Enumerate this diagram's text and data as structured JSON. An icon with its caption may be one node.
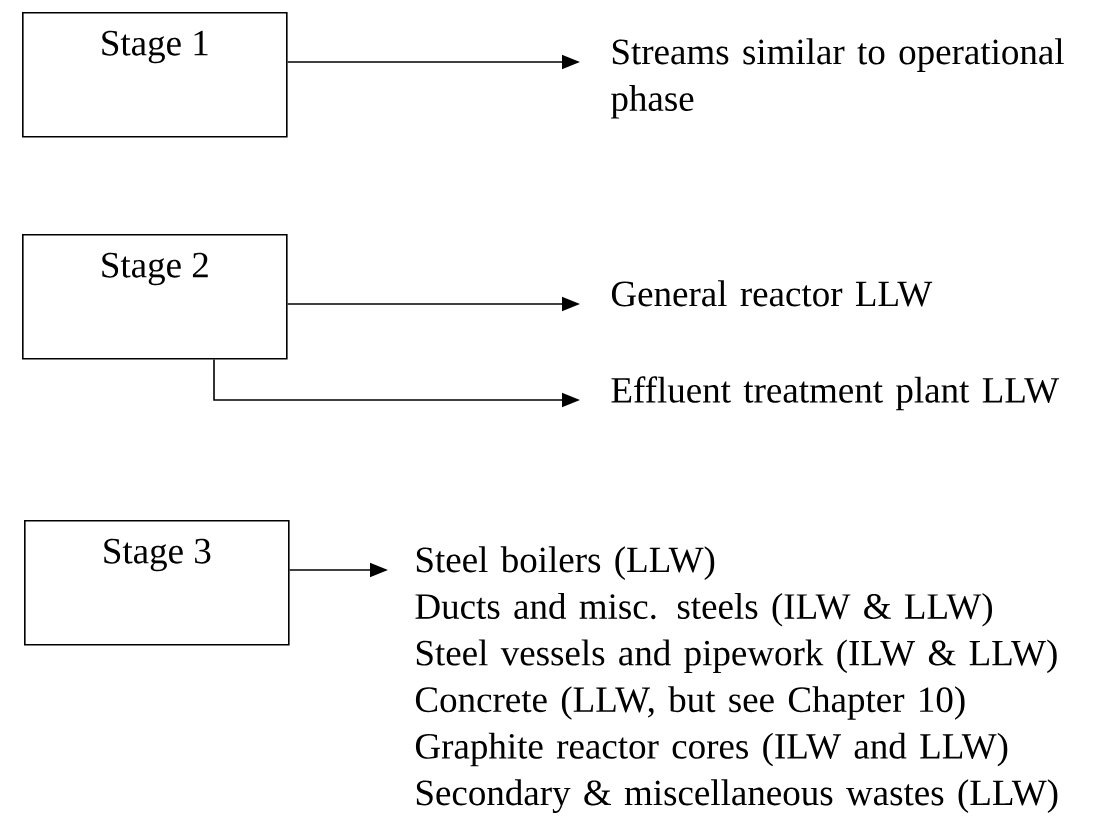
{
  "diagram": {
    "nodes": [
      {
        "text": [
          "Stage 1"
        ]
      },
      {
        "text": [
          "Streams similar to operational phase"
        ]
      },
      {
        "text": [
          "Stage 2"
        ]
      },
      {
        "text": [
          "General reactor LLW"
        ]
      },
      {
        "text": [
          "Effluent treatment plant LLW"
        ]
      },
      {
        "text": [
          "Stage 3"
        ]
      },
      {
        "text": [
          "Steel boilers (LLW)",
          "Ducts and misc. steels (ILW & LLW)",
          "Steel vessels and pipework (ILW & LLW)",
          "Concrete (LLW, but see Chapter 10)",
          "Graphite reactor cores (ILW and LLW)",
          "Secondary & miscellaneous wastes (LLW)"
        ]
      }
    ],
    "edges": [
      {
        "from": 0,
        "to": 1,
        "arrow": "to"
      },
      {
        "from": 2,
        "to": 3,
        "arrow": "to"
      },
      {
        "from": 2,
        "to": 4,
        "arrow": "to"
      },
      {
        "from": 5,
        "to": 6,
        "arrow": "to"
      }
    ]
  }
}
